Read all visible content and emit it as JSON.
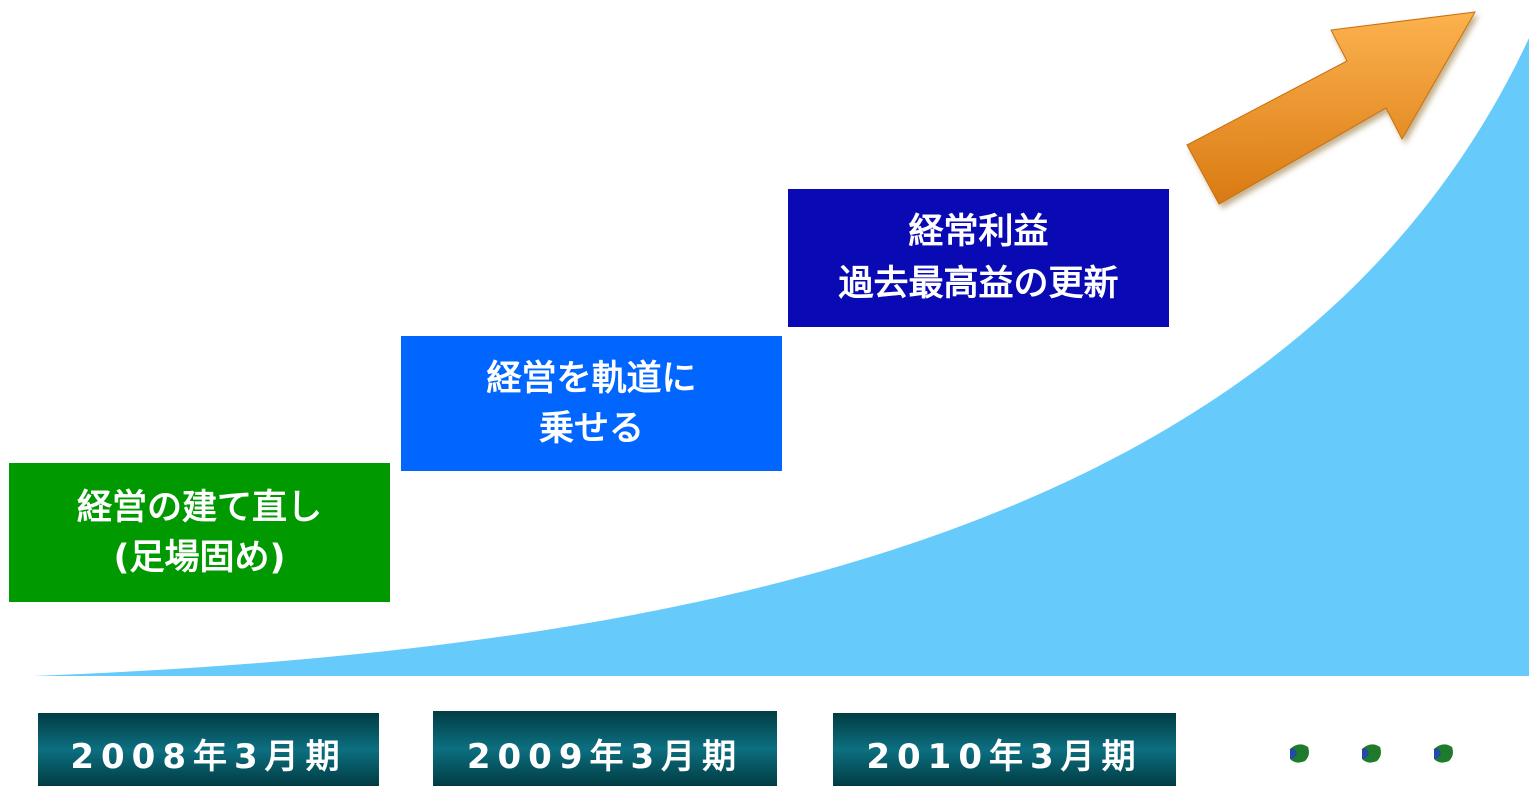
{
  "colors": {
    "curve_fill": "#66cbfb",
    "stage_1_bg": "#009900",
    "stage_2_bg": "#0066ff",
    "stage_3_bg": "#0a0ab4",
    "period_bg_dark": "#013c43",
    "period_bg_mid": "#0c6f80",
    "arrow": "#f59a30",
    "dot_green": "#1f7a2b",
    "dot_blue": "#2449a8"
  },
  "stages": [
    {
      "lines": [
        "経営の建て直し",
        "(足場固め)"
      ]
    },
    {
      "lines": [
        "経営を軌道に",
        "乗せる"
      ]
    },
    {
      "lines": [
        "経常利益",
        "過去最高益の更新"
      ]
    }
  ],
  "periods": [
    {
      "label": "2008年3月期"
    },
    {
      "label": "2009年3月期"
    },
    {
      "label": "2010年3月期"
    }
  ],
  "continuation_icon": "ellipsis-dots"
}
